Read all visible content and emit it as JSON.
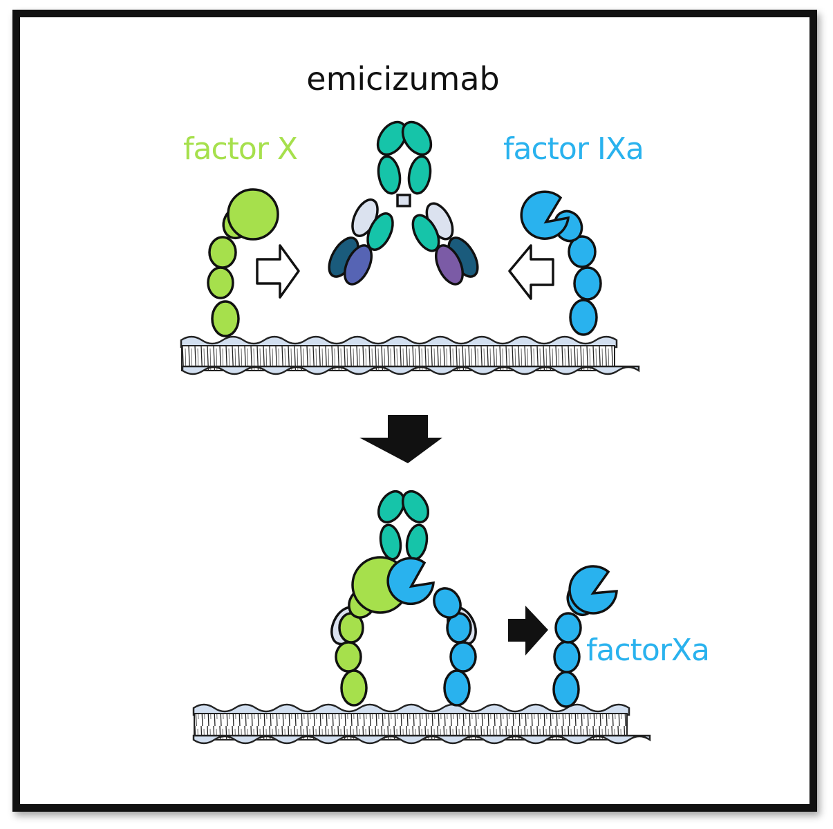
{
  "title": "emicizumab",
  "labels": {
    "factor_x": "factor X",
    "factor_ixa": "factor IXa",
    "factor_xa": "factorXa"
  },
  "colors": {
    "factor_x": "#a6e04c",
    "factor_ixa": "#29b2ee",
    "antibody_fc": "#16c4a9",
    "antibody_light": "#dbe2ef",
    "antibody_dark": "#1a5b7c",
    "antibody_blue": "#5664b4",
    "antibody_purple": "#7b5ba6",
    "membrane_wave": "#d2dff0"
  }
}
